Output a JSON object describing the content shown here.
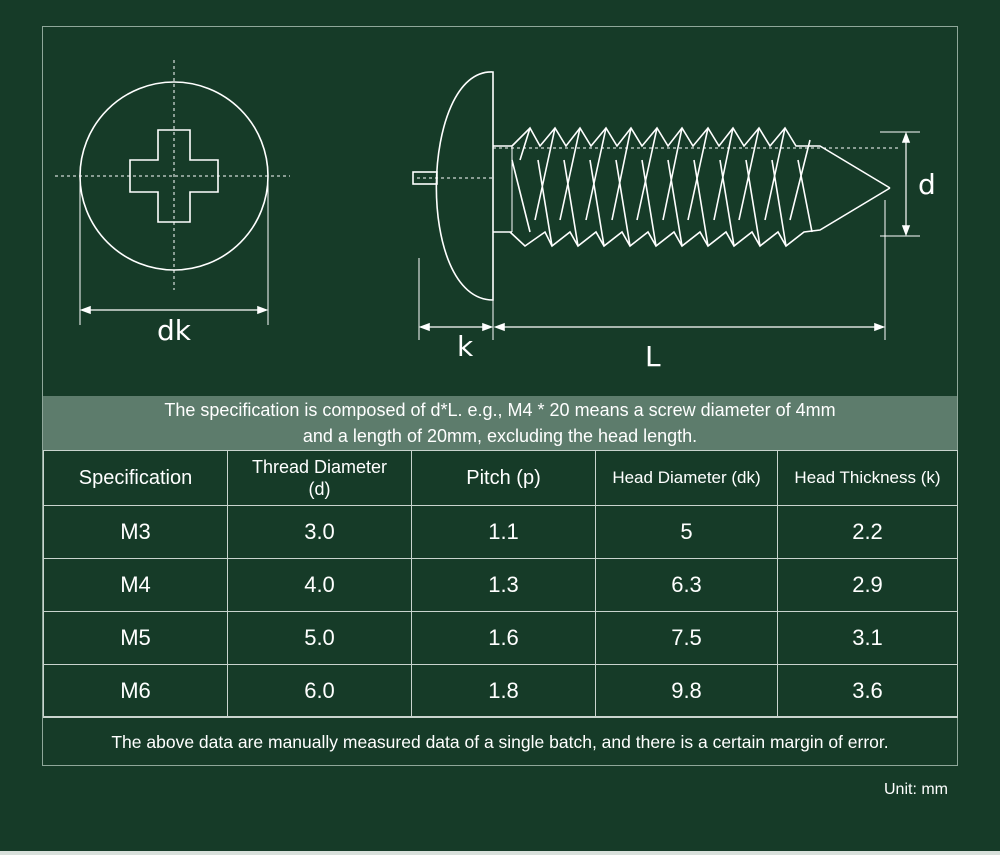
{
  "diagram": {
    "labels": {
      "head_diameter": "dk",
      "head_thickness": "k",
      "length": "L",
      "diameter": "d"
    }
  },
  "spec_note": {
    "line1": "The specification is composed of d*L. e.g., M4 * 20 means a screw diameter of 4mm",
    "line2": "and a length of 20mm, excluding the head length."
  },
  "table": {
    "headers": [
      {
        "line1": "Specification",
        "line2": ""
      },
      {
        "line1": "Thread Diameter",
        "line2": "(d)"
      },
      {
        "line1": "Pitch (p)",
        "line2": ""
      },
      {
        "line1": "Head Diameter (dk)",
        "line2": ""
      },
      {
        "line1": "Head Thickness (k)",
        "line2": ""
      }
    ],
    "rows": [
      [
        "M3",
        "3.0",
        "1.1",
        "5",
        "2.2"
      ],
      [
        "M4",
        "4.0",
        "1.3",
        "6.3",
        "2.9"
      ],
      [
        "M5",
        "5.0",
        "1.6",
        "7.5",
        "3.1"
      ],
      [
        "M6",
        "6.0",
        "1.8",
        "9.8",
        "3.6"
      ]
    ]
  },
  "footnote": "The above data are manually measured data of a single batch, and there is a certain margin of error.",
  "unit": "Unit: mm",
  "colors": {
    "background": "#163b28",
    "banner": "#5d7c6c",
    "line": "#ffffff"
  }
}
